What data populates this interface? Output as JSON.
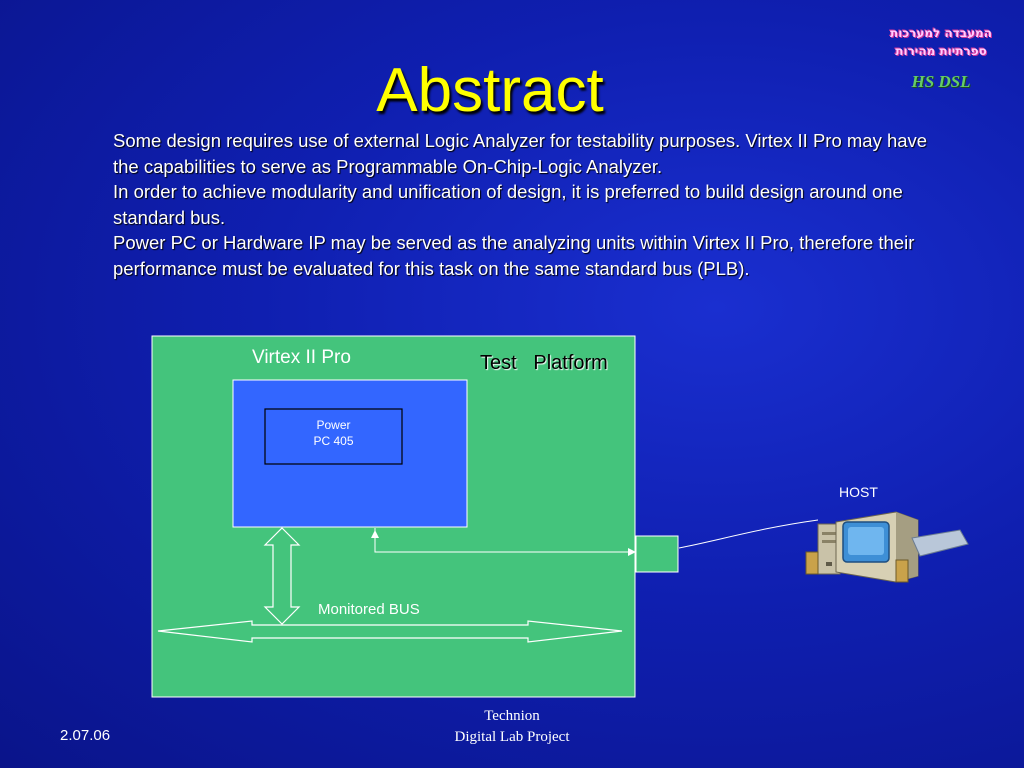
{
  "slide": {
    "title": "Abstract",
    "paragraphs": [
      "Some design requires use of external Logic Analyzer for testability purposes. Virtex II Pro may have the capabilities to serve as Programmable On-Chip-Logic Analyzer.",
      "In order to achieve modularity and unification of design, it is preferred to build design around one standard bus.",
      "Power PC or Hardware IP may be served as the analyzing units within Virtex II Pro, therefore their performance must be evaluated for this task on the same standard bus (PLB)."
    ]
  },
  "logo": {
    "line1": "המעבדה למערכות",
    "line2": "ספרתיות מהירות",
    "line3": "HS DSL"
  },
  "diagram": {
    "virtex_label": "Virtex II Pro",
    "test_platform_label": "Test   Platform",
    "cpu_label_line1": "Power",
    "cpu_label_line2": "PC 405",
    "bus_label": "Monitored BUS",
    "host_label": "HOST",
    "colors": {
      "platform": "#44c47c",
      "virtex": "#3366ff",
      "cpu": "#3366ff",
      "background": "#0f1fb0"
    }
  },
  "footer": {
    "date": "2.07.06",
    "line1": "Technion",
    "line2": "Digital Lab Project"
  }
}
